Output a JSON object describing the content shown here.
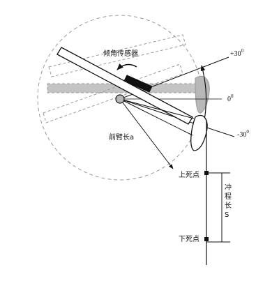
{
  "diagram": {
    "labels": {
      "sensor": "倾角传感器",
      "forearm": "前臂长a",
      "top_dead_center": "上死点",
      "bottom_dead_center": "下死点",
      "stroke": "冲程长S"
    },
    "angles": {
      "pos30_base": "+30",
      "zero_base": "0",
      "neg30_base": "-30",
      "degree_mark": "0"
    },
    "colors": {
      "line": "#111111",
      "dash": "#999999",
      "ghost_fill": "#bdbdbd",
      "pivot_fill": "#b8b8b8"
    }
  }
}
